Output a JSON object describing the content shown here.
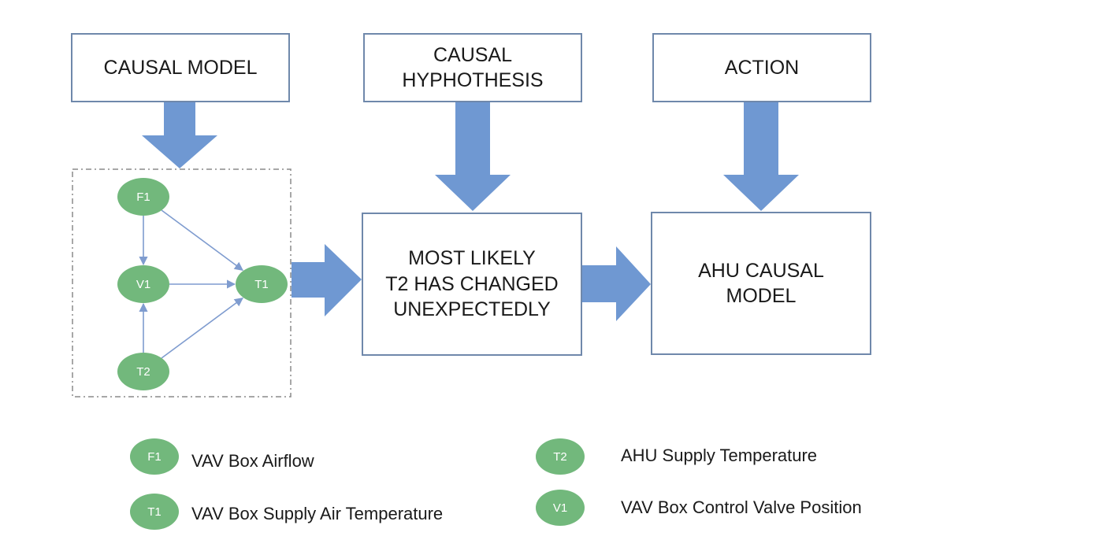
{
  "boxes": {
    "causal_model": "CAUSAL MODEL",
    "causal_hypothesis": "CAUSAL\nHYPHOTHESIS",
    "action": "ACTION",
    "most_likely": "MOST LIKELY\nT2 HAS CHANGED\nUNEXPECTEDLY",
    "ahu_causal_model": "AHU CAUSAL\nMODEL"
  },
  "graph": {
    "nodes": [
      {
        "id": "F1",
        "label": "F1"
      },
      {
        "id": "V1",
        "label": "V1"
      },
      {
        "id": "T1",
        "label": "T1"
      },
      {
        "id": "T2",
        "label": "T2"
      }
    ],
    "edges": [
      {
        "from": "F1",
        "to": "V1"
      },
      {
        "from": "F1",
        "to": "T1"
      },
      {
        "from": "V1",
        "to": "T1"
      },
      {
        "from": "T2",
        "to": "V1"
      },
      {
        "from": "T2",
        "to": "T1"
      }
    ]
  },
  "legend": [
    {
      "badge": "F1",
      "text": "VAV Box Airflow"
    },
    {
      "badge": "T1",
      "text": "VAV Box Supply Air Temperature"
    },
    {
      "badge": "T2",
      "text": "AHU Supply Temperature"
    },
    {
      "badge": "V1",
      "text": "VAV Box Control Valve Position"
    }
  ],
  "colors": {
    "node_fill": "#72b87c",
    "edge": "#7f9ccf",
    "block_arrow": "#6f98d2",
    "box_border": "#6f88ab",
    "dashed_border": "#8a8a8a"
  }
}
